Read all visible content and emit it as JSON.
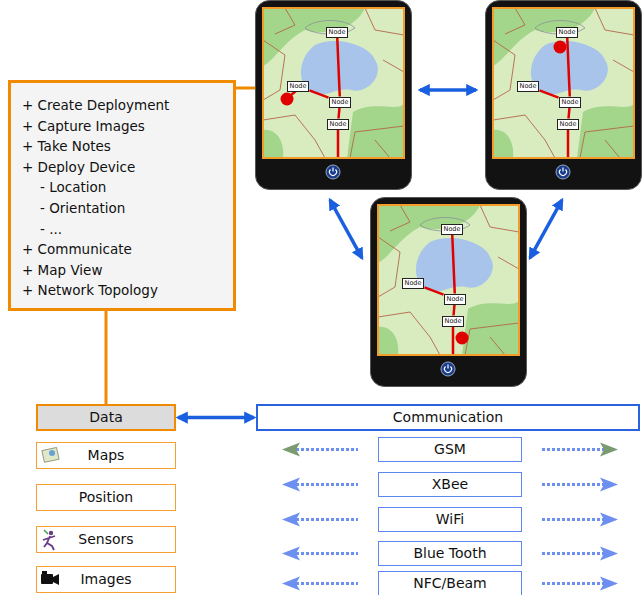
{
  "diagram": {
    "nodes": [
      {
        "text": [
          "+ Create Deployment",
          "+ Capture Images",
          "+ Take Notes",
          "+ Deploy Device",
          "- Location",
          "- Orientation",
          "- ...",
          "+ Communicate",
          "+ Map View",
          "+ Network Topology"
        ]
      },
      {
        "text": [
          "Node"
        ]
      },
      {
        "text": [
          "Node"
        ]
      },
      {
        "text": [
          "Node"
        ]
      },
      {
        "text": [
          "Node"
        ]
      },
      {
        "text": [
          "Node"
        ]
      },
      {
        "text": [
          "Node"
        ]
      },
      {
        "text": [
          "Node"
        ]
      },
      {
        "text": [
          "Node"
        ]
      },
      {
        "text": [
          "Node"
        ]
      },
      {
        "text": [
          "Node"
        ]
      },
      {
        "text": [
          "Node"
        ]
      },
      {
        "text": [
          "Node"
        ]
      },
      {
        "text": [
          "Data"
        ]
      },
      {
        "text": [
          "Communication"
        ]
      },
      {
        "text": [
          "Maps"
        ]
      },
      {
        "text": [
          "Position"
        ]
      },
      {
        "text": [
          "Sensors"
        ]
      },
      {
        "text": [
          "Images"
        ]
      },
      {
        "text": [
          "GSM"
        ]
      },
      {
        "text": [
          "XBee"
        ]
      },
      {
        "text": [
          "WiFi"
        ]
      },
      {
        "text": [
          "Blue Tooth"
        ]
      },
      {
        "text": [
          "NFC/Beam"
        ]
      }
    ],
    "edges": [
      {
        "from": 1,
        "to": 3,
        "arrow": "none"
      },
      {
        "from": 2,
        "to": 3,
        "arrow": "none"
      },
      {
        "from": 3,
        "to": 4,
        "arrow": "none"
      },
      {
        "from": 5,
        "to": 7,
        "arrow": "none"
      },
      {
        "from": 6,
        "to": 7,
        "arrow": "none"
      },
      {
        "from": 7,
        "to": 8,
        "arrow": "none"
      },
      {
        "from": 9,
        "to": 11,
        "arrow": "none"
      },
      {
        "from": 10,
        "to": 11,
        "arrow": "none"
      },
      {
        "from": 11,
        "to": 12,
        "arrow": "none"
      },
      {
        "from": 0,
        "to": 13,
        "arrow": "none"
      },
      {
        "from": 13,
        "to": 14,
        "arrow": "both"
      }
    ]
  }
}
